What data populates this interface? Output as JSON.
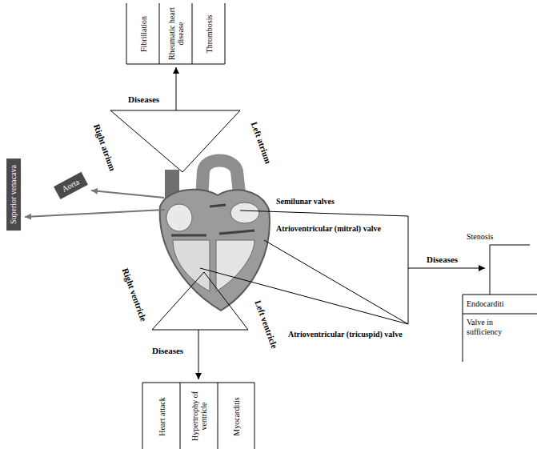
{
  "diagram": {
    "nodes": [
      {
        "text": [
          "Fibrillation"
        ]
      },
      {
        "text": [
          "Rheumatic heart disease"
        ]
      },
      {
        "text": [
          "Thrombosis"
        ]
      },
      {
        "text": [
          "Aorta"
        ]
      },
      {
        "text": [
          "Superior venacava"
        ]
      },
      {
        "text": [
          "Stenosis"
        ]
      },
      {
        "text": [
          "Endocarditi"
        ]
      },
      {
        "text": [
          "Valve in sufficiency"
        ]
      },
      {
        "text": [
          "Heart attack"
        ]
      },
      {
        "text": [
          "Hypertrophy of ventricle"
        ]
      },
      {
        "text": [
          "Myocarditis"
        ]
      }
    ],
    "labels": [
      "Diseases",
      "Right atrium",
      "Left atrium",
      "Semilunar valves",
      "Atrioventricular (mitral) valve",
      "Atrioventricular (tricuspid) valve",
      "Diseases",
      "Right ventricle",
      "Left ventricle",
      "Diseases"
    ]
  }
}
